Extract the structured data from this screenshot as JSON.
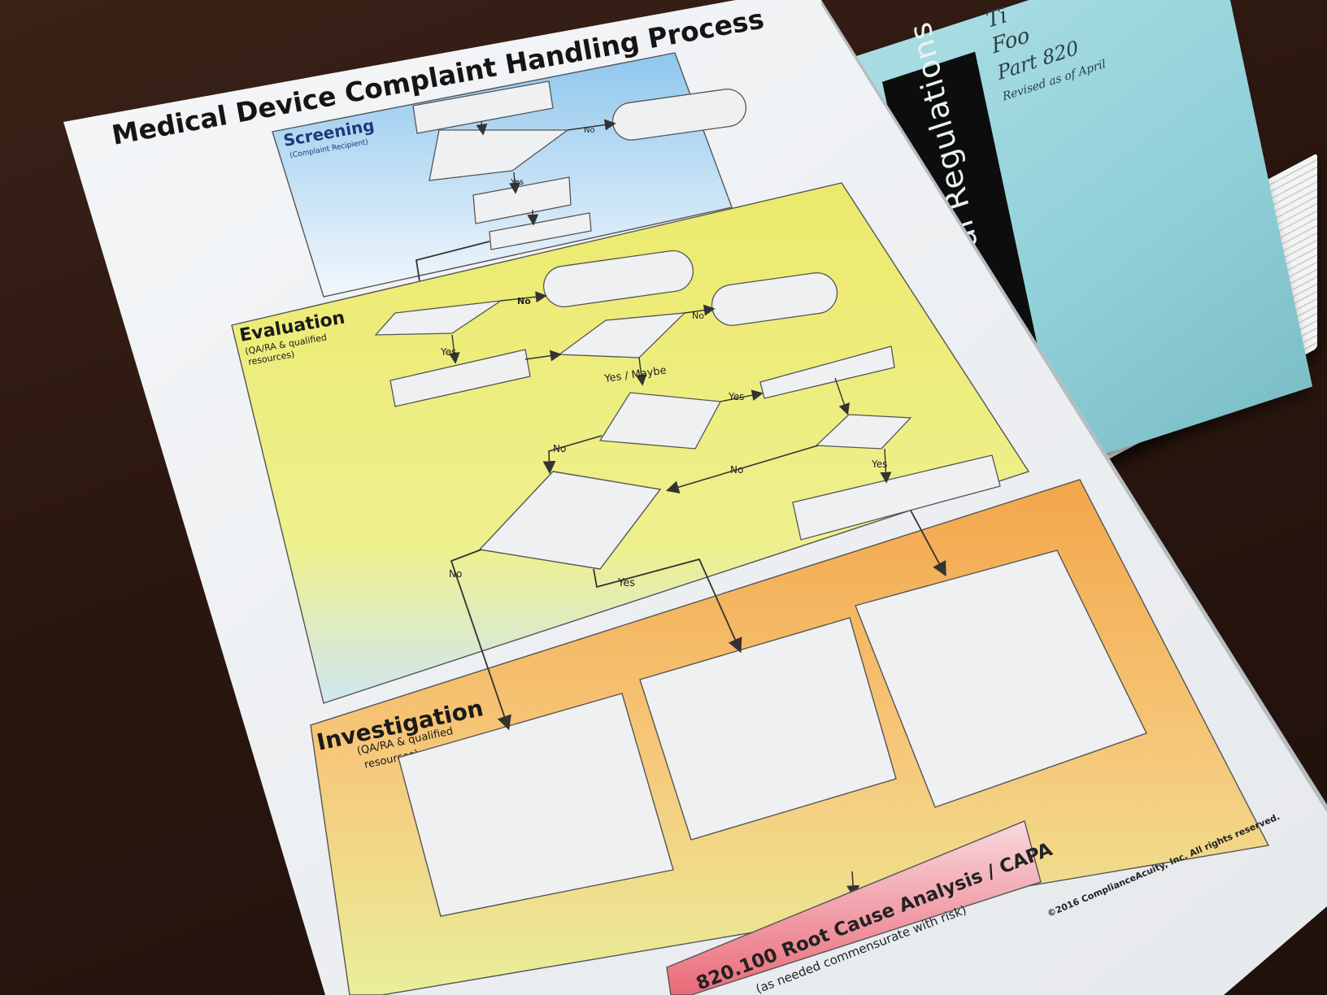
{
  "document": {
    "title": "Medical Device Complaint Handling Process",
    "sections": {
      "screening": {
        "name": "Screening",
        "sub": "(Complaint Recipient)"
      },
      "evaluation": {
        "name": "Evaluation",
        "sub_line1": "(QA/RA & qualified",
        "sub_line2": "resources)"
      },
      "investigation": {
        "name": "Investigation",
        "sub_line1": "(QA/RA & qualified",
        "sub_line2": "resources)"
      }
    },
    "labels": {
      "screen_no": "No",
      "screen_yes": "Yes",
      "eval_no_1": "No",
      "eval_yes_1": "Yes",
      "eval_no_2": "No",
      "eval_yes_maybe": "Yes / Maybe",
      "eval_yes_2": "Yes",
      "eval_no_3": "No",
      "eval_no_4": "No",
      "eval_yes_3": "Yes",
      "eval_no_5": "No",
      "eval_yes_4": "Yes"
    },
    "capa": {
      "title": "820.100 Root Cause Analysis / CAPA",
      "sub": "(as needed commensurate with risk)"
    },
    "copyright": "©2016 ComplianceAcuity, Inc.  All rights reserved."
  },
  "booklet": {
    "spine": "Code of Federal Regulations",
    "line1": "Ti",
    "line2": "Foo",
    "line3": "Part 820",
    "line4": "Revised as of April"
  }
}
